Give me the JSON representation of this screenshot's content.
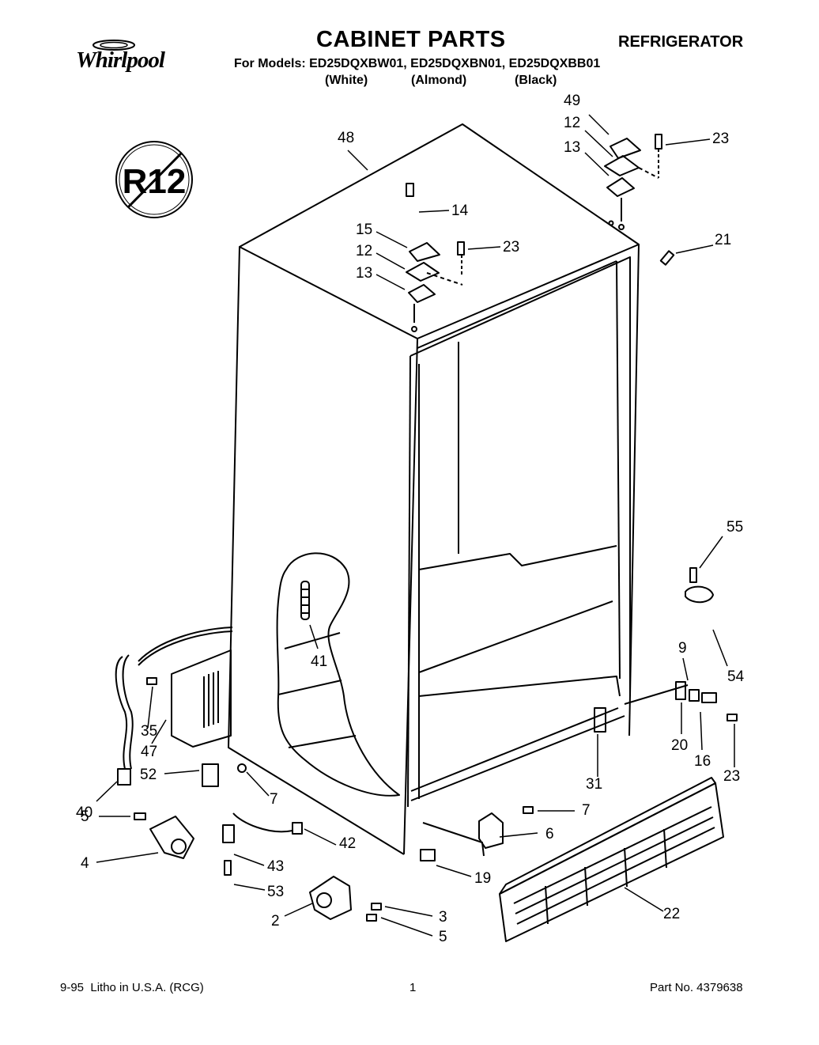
{
  "header": {
    "brand": "Whirlpool",
    "title": "CABINET PARTS",
    "category": "REFRIGERATOR",
    "models_line": "For Models: ED25DQXBW01, ED25DQXBN01, ED25DQXBB01",
    "variants": [
      "(White)",
      "(Almond)",
      "(Black)"
    ]
  },
  "badge": {
    "text": "R12"
  },
  "callouts": [
    "48",
    "49",
    "12",
    "23",
    "13",
    "14",
    "15",
    "23",
    "12",
    "13",
    "21",
    "55",
    "41",
    "54",
    "9",
    "35",
    "47",
    "20",
    "16",
    "23",
    "52",
    "31",
    "40",
    "7",
    "7",
    "5",
    "42",
    "6",
    "4",
    "43",
    "19",
    "53",
    "3",
    "22",
    "2",
    "5"
  ],
  "footer": {
    "left": "9-95  Litho in U.S.A. (RCG)",
    "page": "1",
    "right": "Part No. 4379638"
  }
}
